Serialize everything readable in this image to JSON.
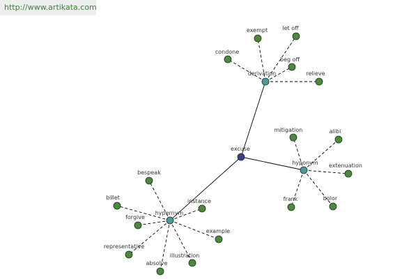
{
  "banner": {
    "url": "http://www.artikata.com"
  },
  "colors": {
    "center": "#3c3c8c",
    "hub": "#4a9a9a",
    "leaf": "#4a8a3a",
    "node_stroke": "#1e2e1e",
    "line": "#000000",
    "banner_bg": "#eeeeee",
    "banner_text": "#3f7f3f"
  },
  "graph": {
    "center": {
      "id": "excuse",
      "label": "excuse"
    },
    "hubs": [
      {
        "id": "derivation",
        "label": "derivation",
        "leaves": [
          "exempt",
          "let off",
          "condone",
          "beg off",
          "relieve"
        ]
      },
      {
        "id": "hyponym",
        "label": "hyponym",
        "leaves": [
          "mitigation",
          "alibi",
          "extenuation",
          "bolor",
          "frank"
        ]
      },
      {
        "id": "hypernym",
        "label": "hypernym",
        "leaves": [
          "bespeak",
          "billet",
          "instance",
          "forgive",
          "example",
          "representative",
          "illustration",
          "absolve"
        ]
      }
    ]
  }
}
